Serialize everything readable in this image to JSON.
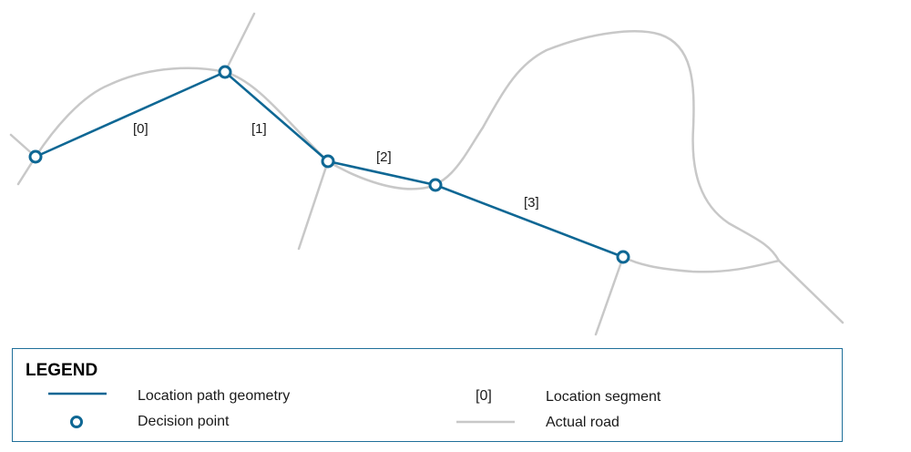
{
  "diagram": {
    "segments": [
      "[0]",
      "[1]",
      "[2]",
      "[3]"
    ]
  },
  "legend": {
    "title": "LEGEND",
    "path_geometry": "Location path geometry",
    "decision_point": "Decision point",
    "segment_sample": "[0]",
    "location_segment": "Location segment",
    "actual_road": "Actual road"
  },
  "colors": {
    "path": "#0e6794",
    "road": "#c8c8c8"
  }
}
